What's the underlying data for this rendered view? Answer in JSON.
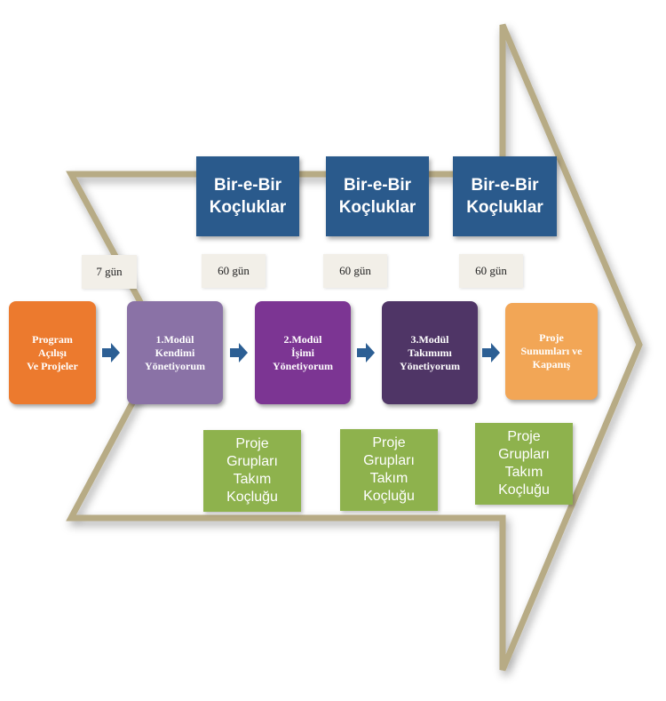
{
  "coaching_boxes": [
    {
      "label": "Bir-e-Bir\nKoçluklar"
    },
    {
      "label": "Bir-e-Bir\nKoçluklar"
    },
    {
      "label": "Bir-e-Bir\nKoçluklar"
    }
  ],
  "durations": [
    {
      "label": "7 gün"
    },
    {
      "label": "60 gün"
    },
    {
      "label": "60 gün"
    },
    {
      "label": "60 gün"
    }
  ],
  "steps": [
    {
      "label": "Program\nAçılışı\nVe Projeler",
      "color": "#ec7a2e"
    },
    {
      "label": "1.Modül\nKendimi\nYönetiyorum",
      "color": "#8a72a6"
    },
    {
      "label": "2.Modül\nİşimi\nYönetiyorum",
      "color": "#7c3593"
    },
    {
      "label": "3.Modül\nTakımımı\nYönetiyorum",
      "color": "#4f3566"
    },
    {
      "label": "Proje\nSunumları ve\nKapanış",
      "color": "#f2a656"
    }
  ],
  "team_coaching": [
    {
      "label": "Proje\nGrupları\nTakım\nKoçluğu"
    },
    {
      "label": "Proje\nGrupları\nTakım\nKoçluğu"
    },
    {
      "label": "Proje\nGrupları\nTakım\nKoçluğu"
    }
  ],
  "colors": {
    "coach_bg": "#2a5a8c",
    "team_bg": "#8eb24d",
    "flow_arrow": "#2c5f94",
    "chevron_outline": "#b7ab85"
  }
}
